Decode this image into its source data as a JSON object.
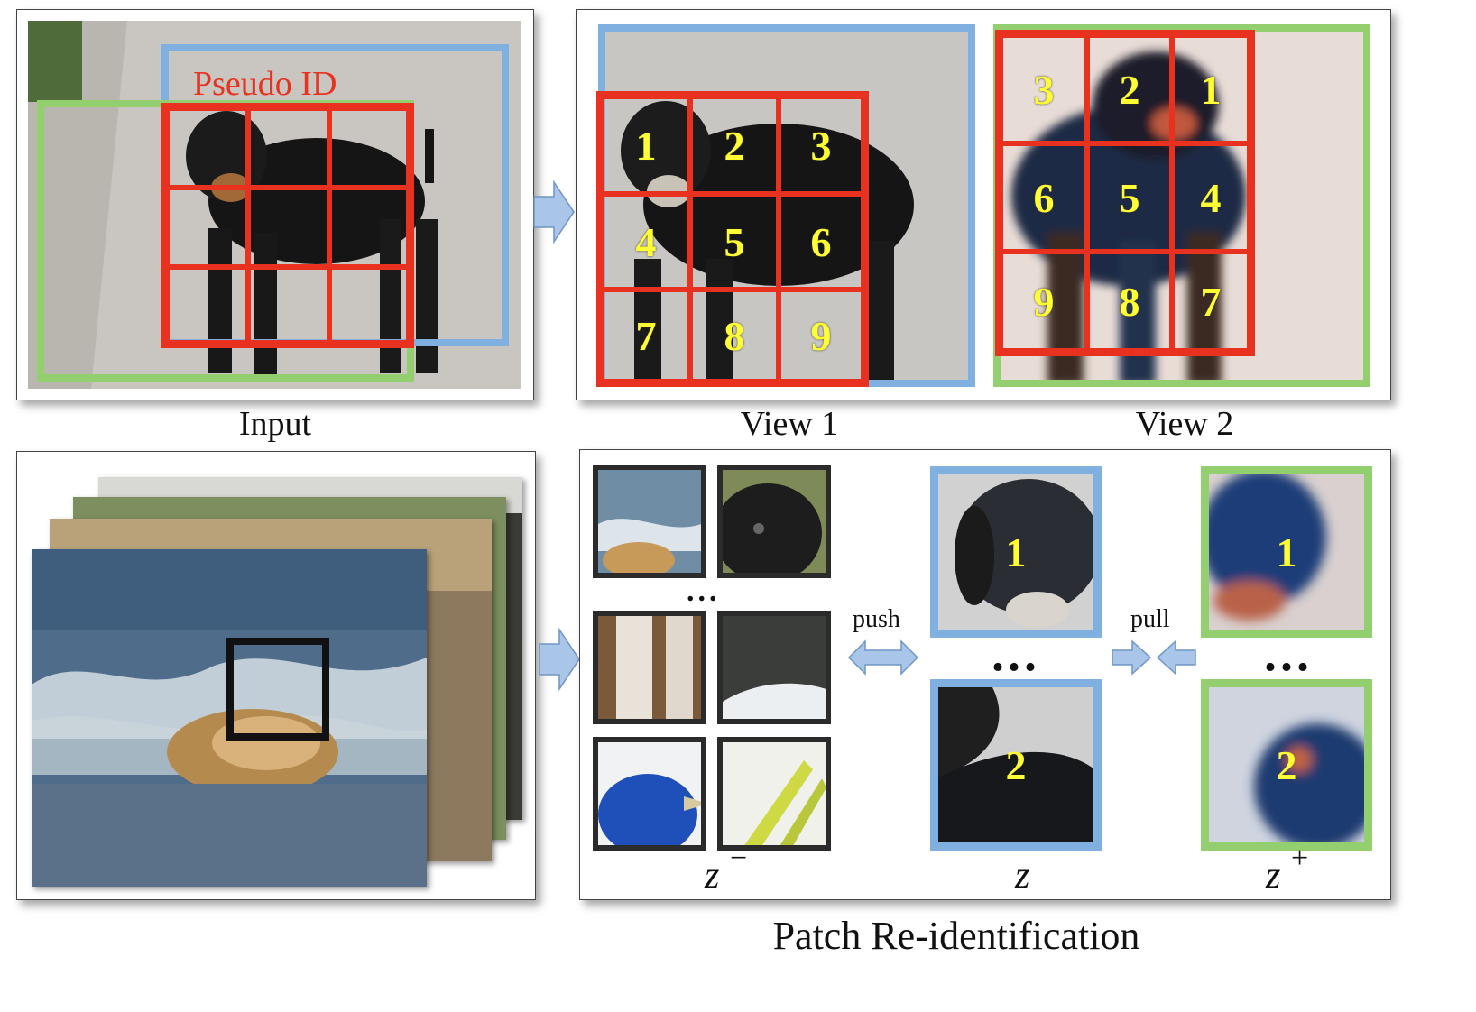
{
  "captions": {
    "input": "Input",
    "view1": "View 1",
    "view2": "View 2",
    "patch_reid": "Patch Re-identification"
  },
  "input_panel": {
    "pseudo_id_label": "Pseudo ID"
  },
  "view1_grid": [
    "1",
    "2",
    "3",
    "4",
    "5",
    "6",
    "7",
    "8",
    "9"
  ],
  "view2_grid": [
    "3",
    "2",
    "1",
    "6",
    "5",
    "4",
    "9",
    "8",
    "7"
  ],
  "relations": {
    "push": "push",
    "pull": "pull"
  },
  "z_labels": {
    "neg": "z",
    "neg_sup": "−",
    "anchor": "z",
    "pos": "z",
    "pos_sup": "+"
  },
  "patches": {
    "anchor": [
      "1",
      "2"
    ],
    "positive": [
      "1",
      "2"
    ]
  },
  "ellipsis": "...",
  "colors": {
    "grid_red": "#e8321f",
    "view1_blue": "#7fb0e0",
    "view2_green": "#93cf6e",
    "number_yellow": "#ffff33"
  }
}
